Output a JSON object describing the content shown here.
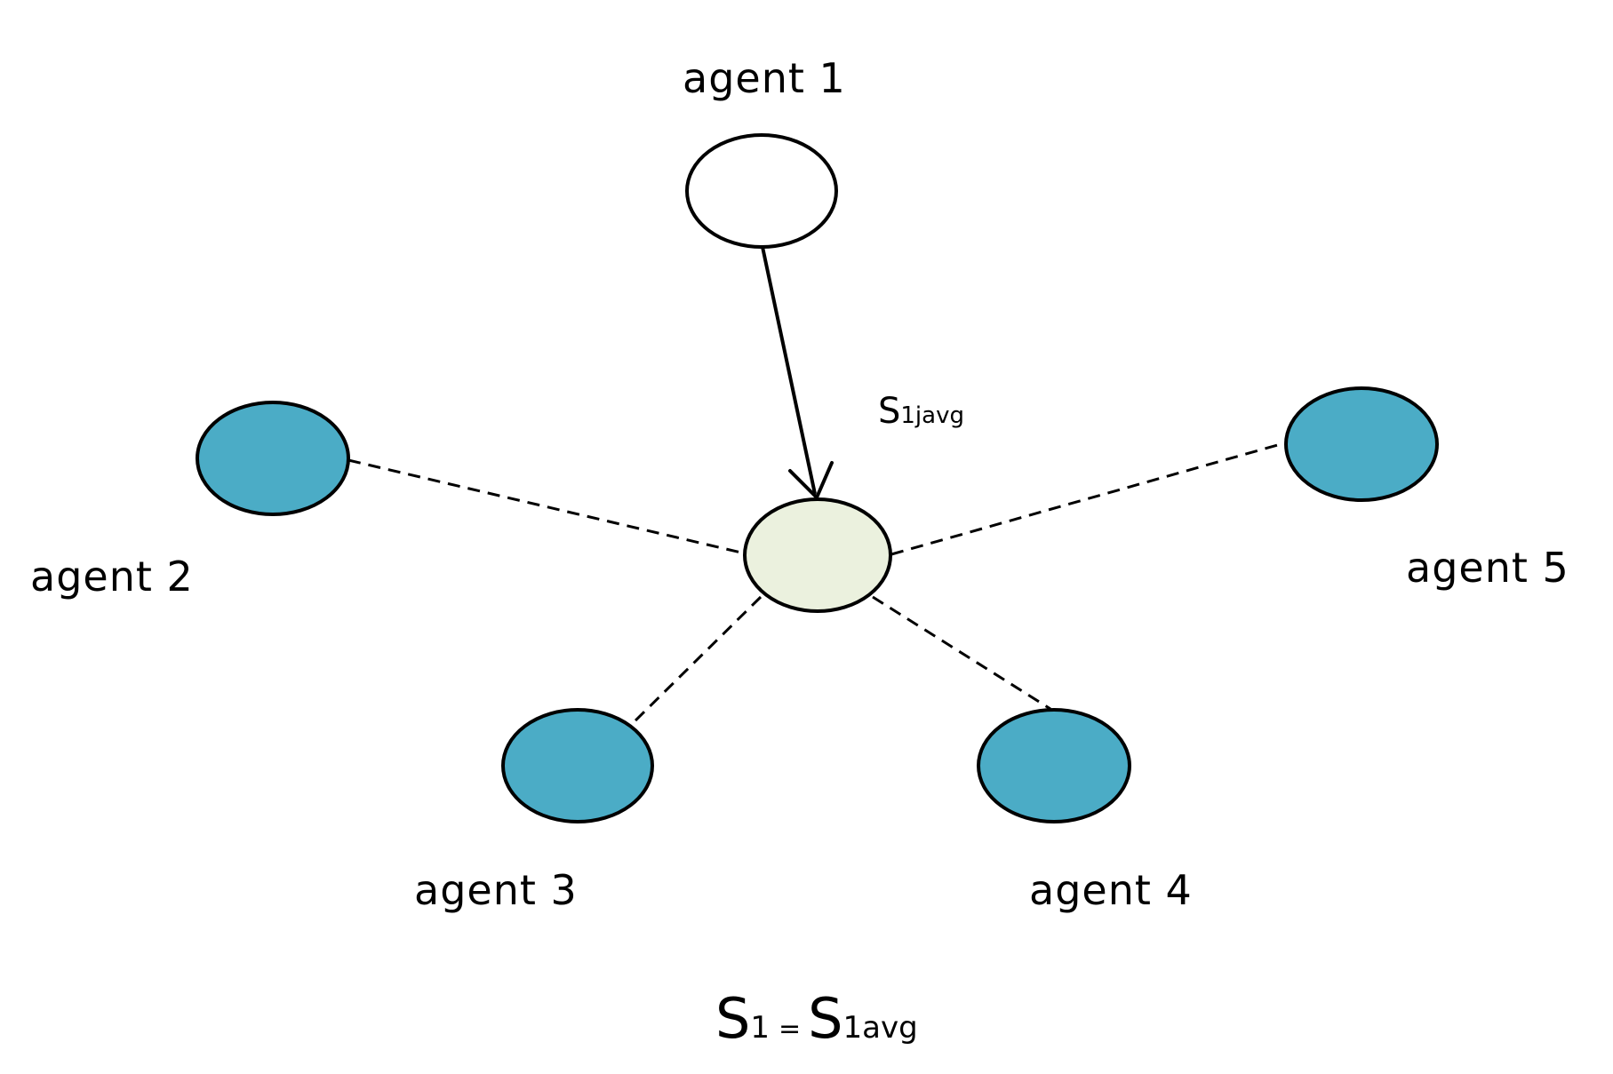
{
  "colors": {
    "agent_fill": "#4BACC6",
    "center_fill": "#EBF1DE",
    "top_fill": "#FFFFFF",
    "stroke": "#000000"
  },
  "nodes": {
    "agent1": {
      "label": "agent 1"
    },
    "agent2": {
      "label": "agent 2"
    },
    "agent3": {
      "label": "agent 3"
    },
    "agent4": {
      "label": "agent 4"
    },
    "agent5": {
      "label": "agent 5"
    }
  },
  "edge_label": {
    "main": "S",
    "sub": "1javg"
  },
  "formula": {
    "lhs_main": "S",
    "lhs_sub": "1",
    "eq": "=",
    "rhs_main": "S",
    "rhs_sub": "1avg"
  }
}
